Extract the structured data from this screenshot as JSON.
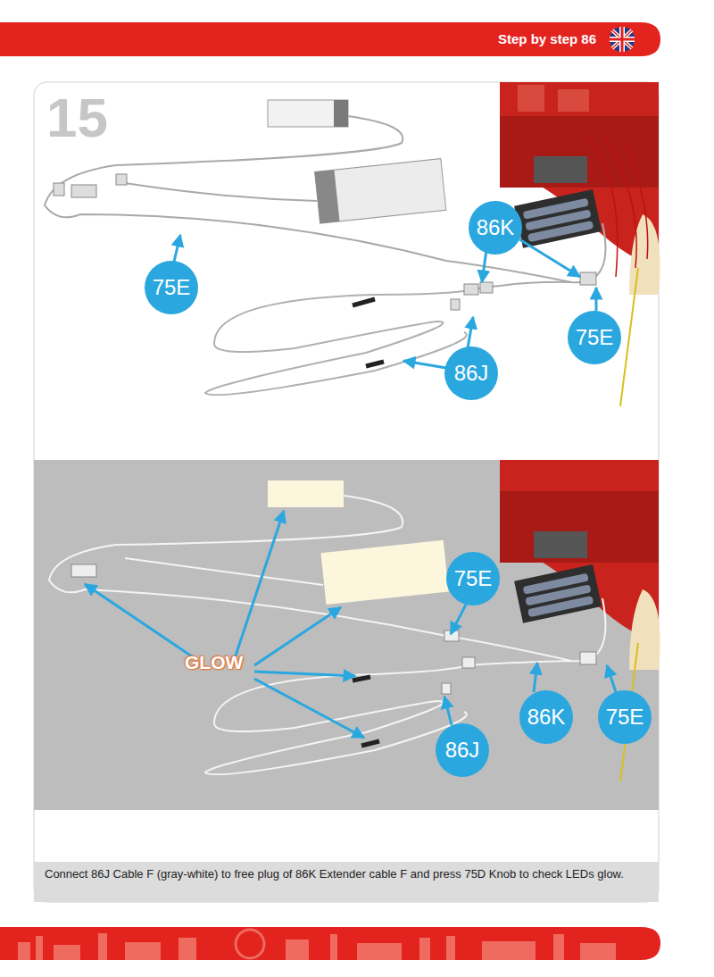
{
  "diagram": {
    "title": "Step by step 86",
    "caption": "Connect 86J Cable F (gray-white) to free plug of 86K Extender cable F and press 75D Knob to check LEDs glow.",
    "nodes": [
      {
        "text": [
          "86K"
        ]
      },
      {
        "text": [
          "75E"
        ]
      },
      {
        "text": [
          "75E"
        ]
      },
      {
        "text": [
          "86J"
        ]
      },
      {
        "text": [
          "75E"
        ]
      },
      {
        "text": [
          "86K"
        ]
      },
      {
        "text": [
          "75E"
        ]
      },
      {
        "text": [
          "86J"
        ]
      }
    ],
    "labels": [
      "15",
      "GLOW"
    ]
  }
}
